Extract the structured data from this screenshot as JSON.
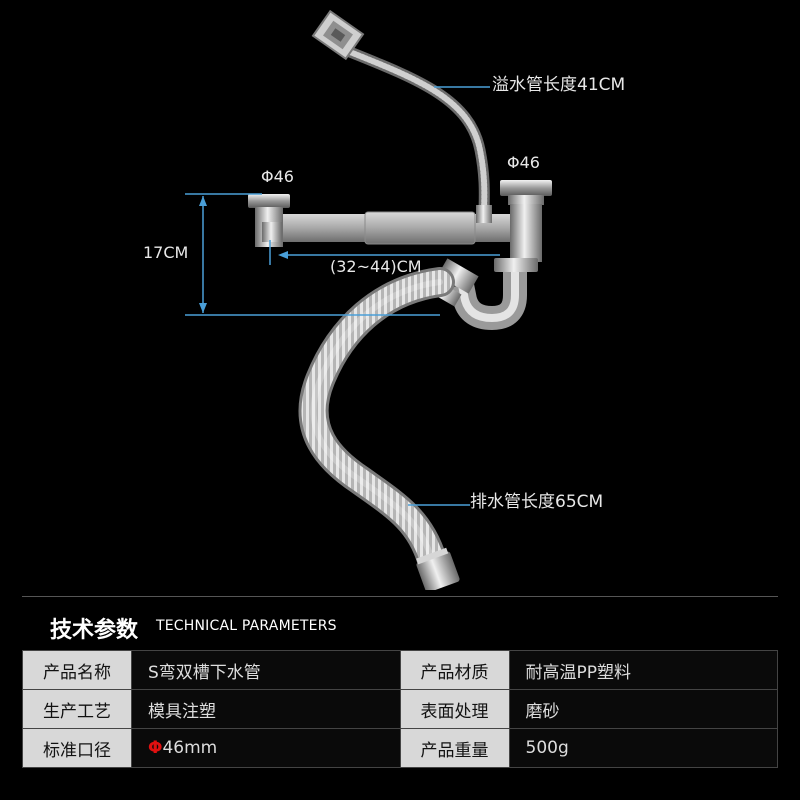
{
  "diagram": {
    "overflow_hose_label": "溢水管长度41CM",
    "left_diameter": "Φ46",
    "right_diameter": "Φ46",
    "height_label": "17CM",
    "width_label": "(32~44)CM",
    "drain_hose_label": "排水管长度65CM"
  },
  "params": {
    "title": "技术参数",
    "subtitle": "TECHNICAL PARAMETERS",
    "rows": [
      {
        "key1": "产品名称",
        "val1": "S弯双槽下水管",
        "key2": "产品材质",
        "val2": "耐高温PP塑料"
      },
      {
        "key1": "生产工艺",
        "val1": "模具注塑",
        "key2": "表面处理",
        "val2": "磨砂"
      },
      {
        "key1": "标准口径",
        "val1_symbol": "Φ",
        "val1": "46mm",
        "key2": "产品重量",
        "val2": "500g"
      }
    ]
  },
  "colors": {
    "background": "#000000",
    "dimension_line": "#4a9fd8",
    "key_cell": "#d8d8d8",
    "diameter_symbol": "#e01010"
  }
}
